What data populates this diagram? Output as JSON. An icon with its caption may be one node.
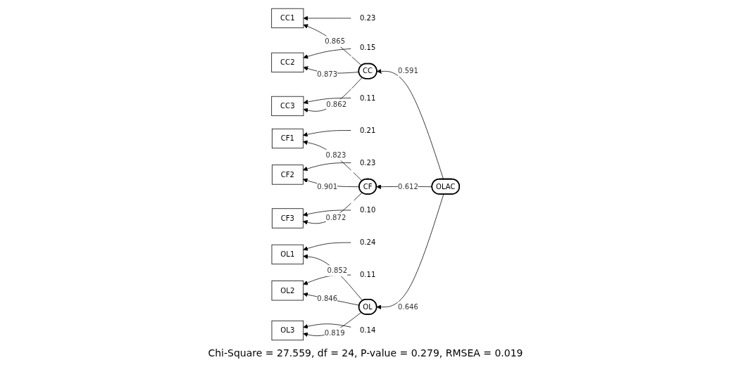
{
  "diagram": {
    "caption": "Chi-Square = 27.559, df = 24, P-value = 0.279, RMSEA = 0.019",
    "nodes": [
      {
        "text": [
          "0.23"
        ]
      },
      {
        "text": [
          "0.15"
        ]
      },
      {
        "text": [
          "0.11"
        ]
      },
      {
        "text": [
          "0.21"
        ]
      },
      {
        "text": [
          "0.23"
        ]
      },
      {
        "text": [
          "0.10"
        ]
      },
      {
        "text": [
          "0.24"
        ]
      },
      {
        "text": [
          "0.11"
        ]
      },
      {
        "text": [
          "0.14"
        ]
      },
      {
        "text": [
          "CC1"
        ]
      },
      {
        "text": [
          "CC2"
        ]
      },
      {
        "text": [
          "CC3"
        ]
      },
      {
        "text": [
          "CF1"
        ]
      },
      {
        "text": [
          "CF2"
        ]
      },
      {
        "text": [
          "CF3"
        ]
      },
      {
        "text": [
          "OL1"
        ]
      },
      {
        "text": [
          "OL2"
        ]
      },
      {
        "text": [
          "OL3"
        ]
      },
      {
        "text": [
          "CC"
        ]
      },
      {
        "text": [
          "CF"
        ]
      },
      {
        "text": [
          "OL"
        ]
      },
      {
        "text": [
          "OLAC"
        ]
      }
    ],
    "edges": [
      {
        "from": 0,
        "to": 9,
        "arrow": "to"
      },
      {
        "from": 1,
        "to": 10,
        "arrow": "to"
      },
      {
        "from": 2,
        "to": 11,
        "arrow": "to"
      },
      {
        "from": 3,
        "to": 12,
        "arrow": "to"
      },
      {
        "from": 4,
        "to": 13,
        "arrow": "to"
      },
      {
        "from": 5,
        "to": 14,
        "arrow": "to"
      },
      {
        "from": 6,
        "to": 15,
        "arrow": "to"
      },
      {
        "from": 7,
        "to": 16,
        "arrow": "to"
      },
      {
        "from": 8,
        "to": 17,
        "arrow": "to"
      },
      {
        "from": 18,
        "to": 9,
        "arrow": "to",
        "label": "0.865"
      },
      {
        "from": 18,
        "to": 10,
        "arrow": "to",
        "label": "0.873"
      },
      {
        "from": 18,
        "to": 11,
        "arrow": "to",
        "label": "0.862"
      },
      {
        "from": 19,
        "to": 12,
        "arrow": "to",
        "label": "0.823"
      },
      {
        "from": 19,
        "to": 13,
        "arrow": "to",
        "label": "0.901"
      },
      {
        "from": 19,
        "to": 14,
        "arrow": "to",
        "label": "0.872"
      },
      {
        "from": 20,
        "to": 15,
        "arrow": "to",
        "label": "0.852"
      },
      {
        "from": 20,
        "to": 16,
        "arrow": "to",
        "label": "0.846"
      },
      {
        "from": 20,
        "to": 17,
        "arrow": "to",
        "label": "0.819"
      },
      {
        "from": 21,
        "to": 18,
        "arrow": "to",
        "label": "0.591"
      },
      {
        "from": 21,
        "to": 19,
        "arrow": "to",
        "label": "0.612"
      },
      {
        "from": 21,
        "to": 20,
        "arrow": "to",
        "label": "0.646"
      }
    ]
  }
}
